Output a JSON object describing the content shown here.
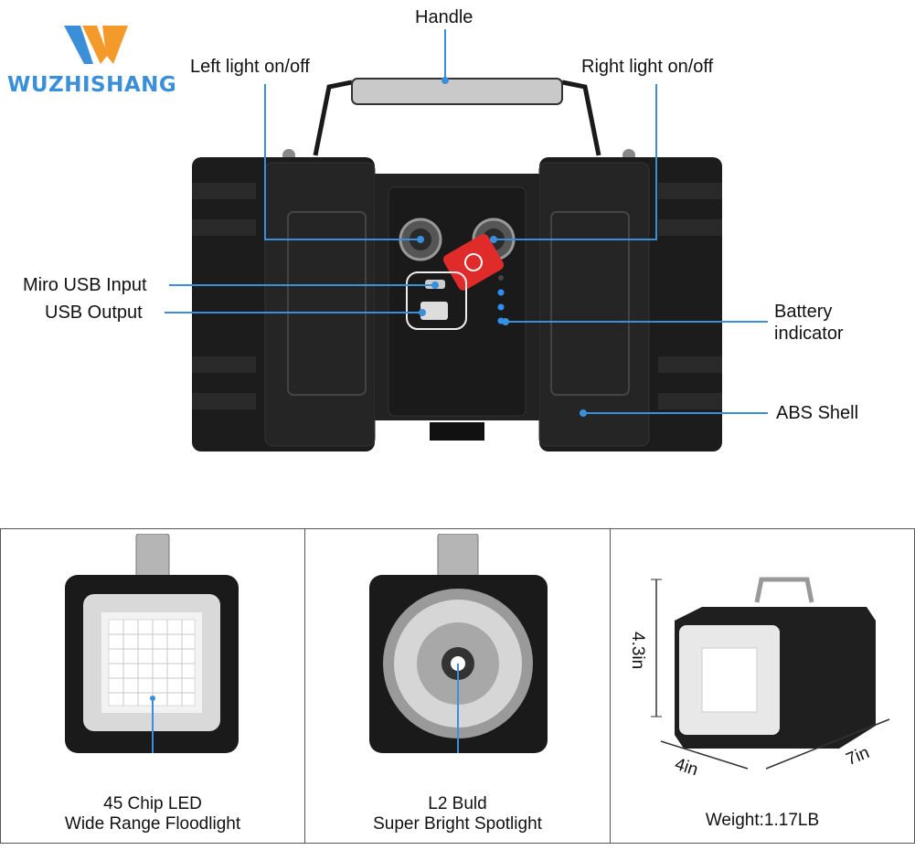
{
  "brand": {
    "name": "WUZHISHANG",
    "colors": {
      "orange": "#f39a2b",
      "blue": "#3a8fd8"
    }
  },
  "callouts": {
    "handle": "Handle",
    "left_light": "Left light on/off",
    "right_light": "Right light on/off",
    "micro_usb": "Miro USB Input",
    "usb_output": "USB Output",
    "battery_line1": "Battery",
    "battery_line2": "indicator",
    "shell": "ABS Shell"
  },
  "panels": [
    {
      "caption_line1": "45 Chip LED",
      "caption_line2": "Wide Range Floodlight"
    },
    {
      "caption_line1": "L2 Buld",
      "caption_line2": "Super Bright Spotlight"
    },
    {
      "caption_line1": "Weight:1.17LB",
      "height": "4.3in",
      "depth": "4in",
      "width": "7in"
    }
  ],
  "colors": {
    "callout_line": "#3a8fd8",
    "device": "#1d1d1d",
    "switch": "#e02b2b",
    "indicator": "#2f8fff"
  }
}
